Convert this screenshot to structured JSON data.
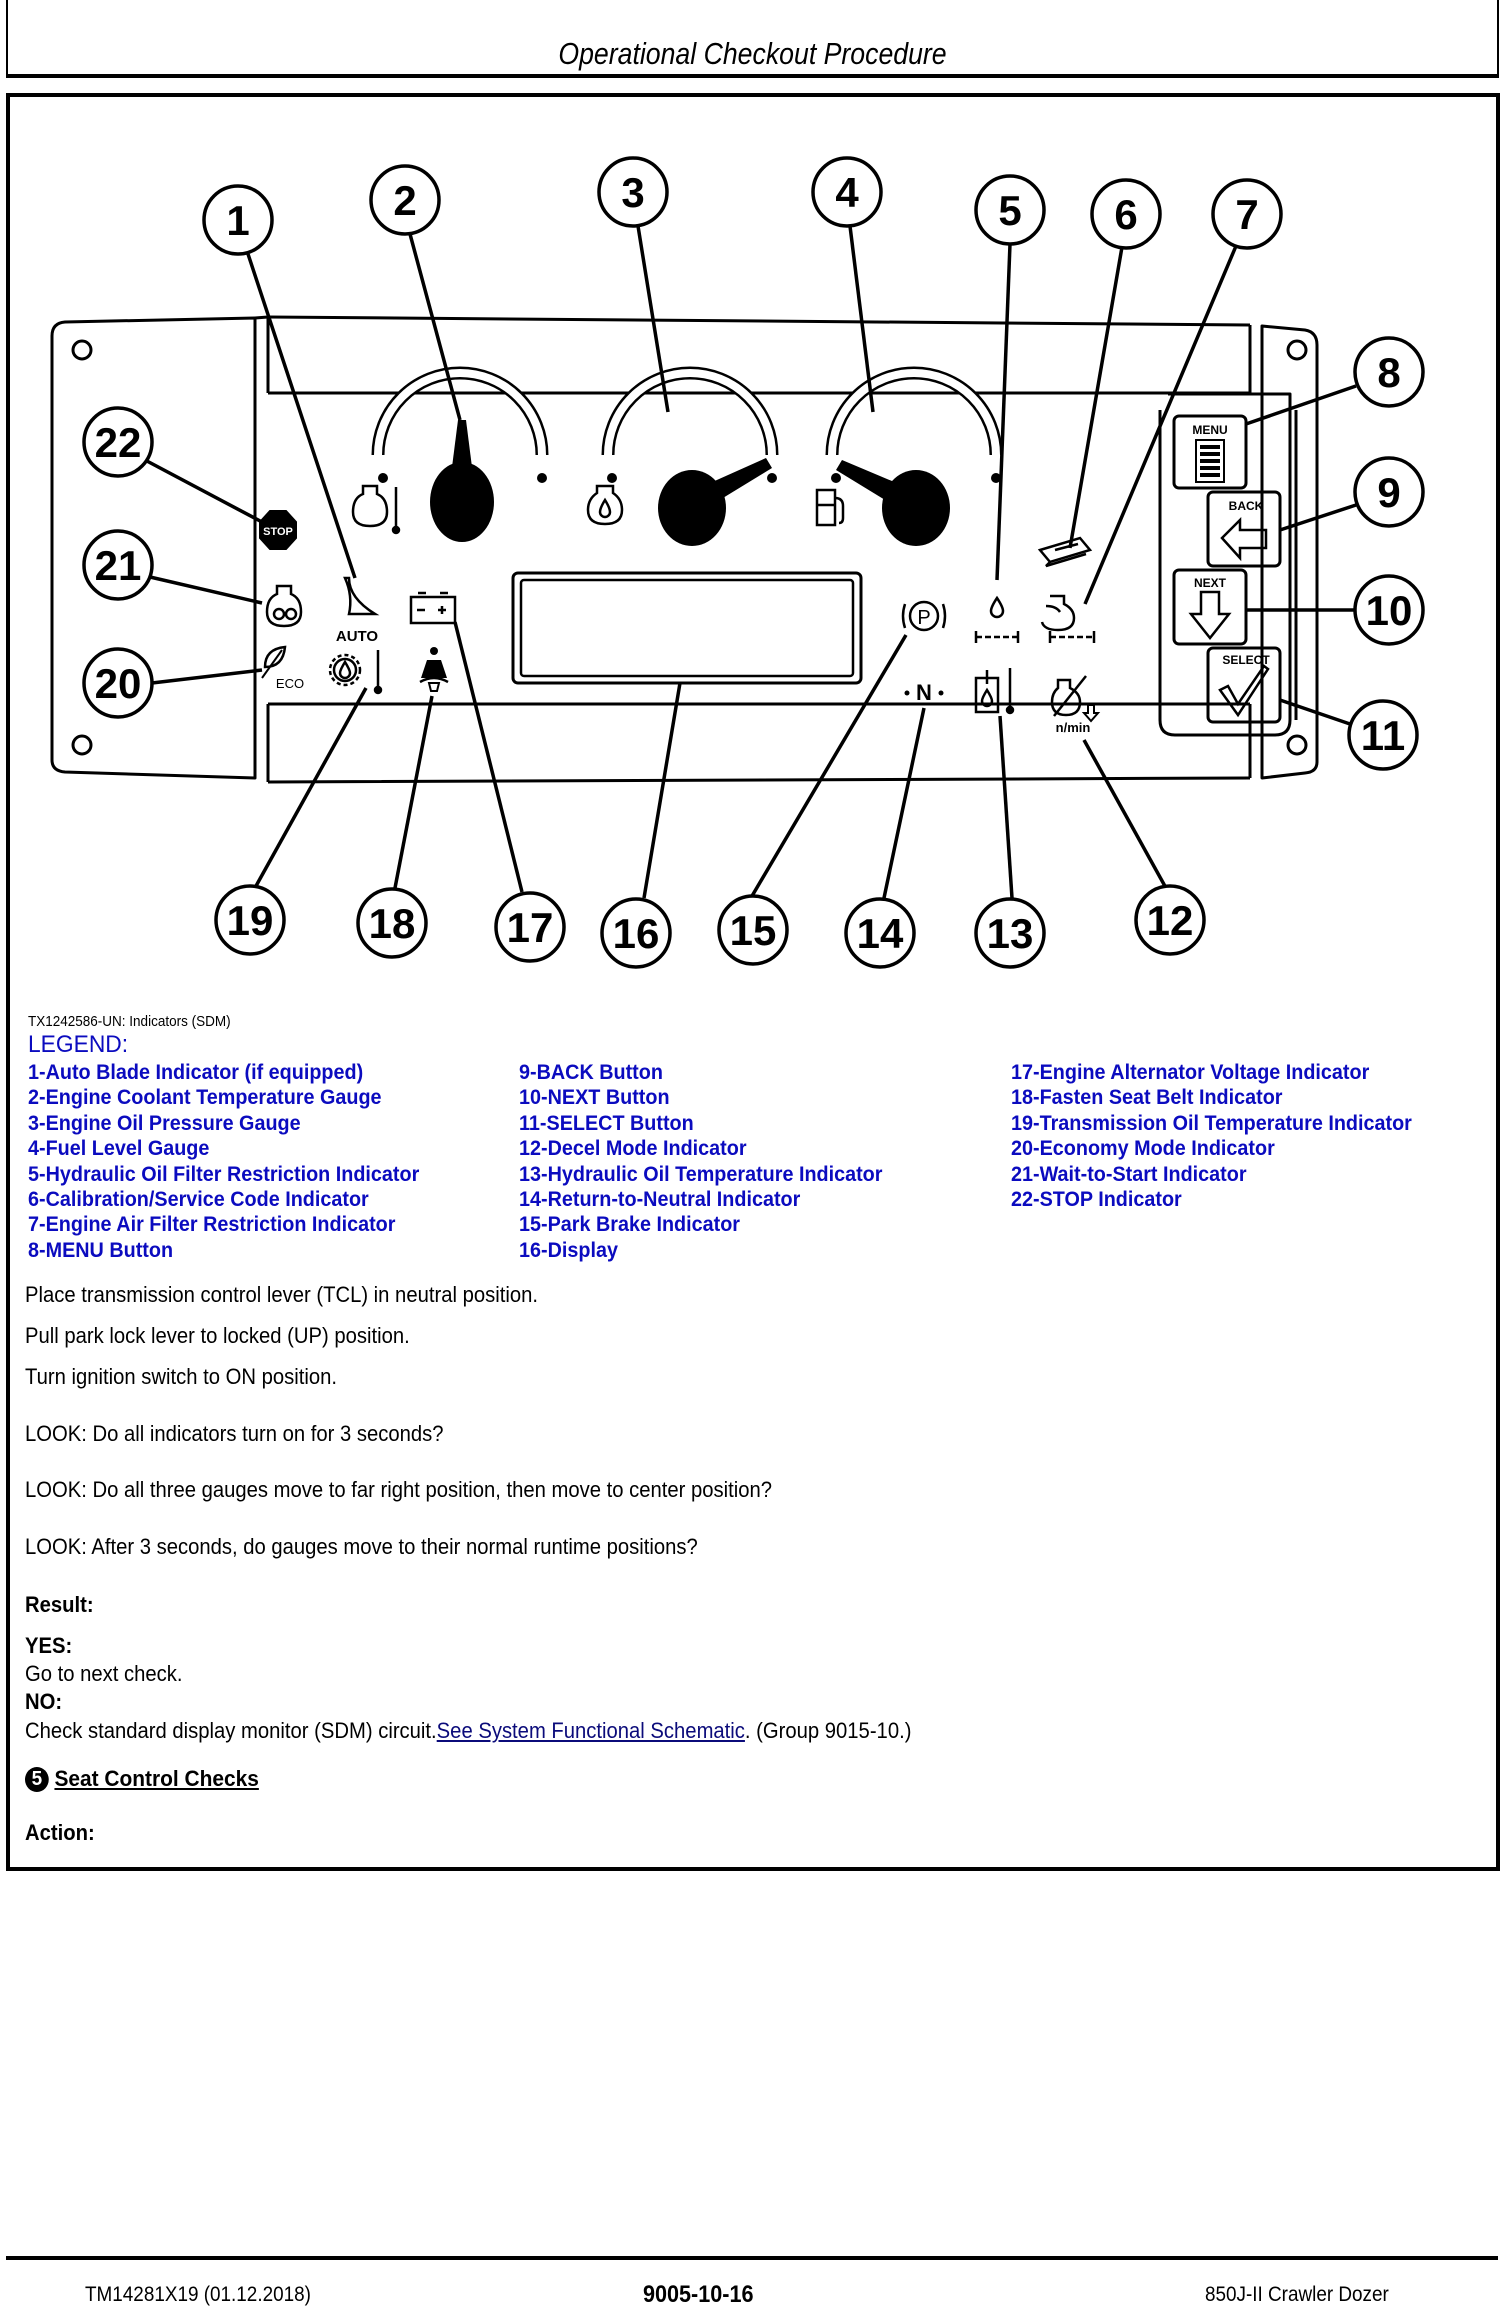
{
  "header": {
    "title": "Operational Checkout Procedure"
  },
  "figure": {
    "caption": "TX1242586-UN: Indicators (SDM)",
    "callouts": [
      "1",
      "2",
      "3",
      "4",
      "5",
      "6",
      "7",
      "8",
      "9",
      "10",
      "11",
      "12",
      "13",
      "14",
      "15",
      "16",
      "17",
      "18",
      "19",
      "20",
      "21",
      "22"
    ],
    "panel_labels": {
      "stop": "STOP",
      "auto": "AUTO",
      "eco": "ECO",
      "park": "P",
      "neutral": "N",
      "decel_unit": "n/min",
      "menu": "MENU",
      "back": "BACK",
      "next": "NEXT",
      "select": "SELECT"
    },
    "gauges": [
      {
        "name": "Engine Coolant Temperature Gauge",
        "needle_position": 0.5
      },
      {
        "name": "Engine Oil Pressure Gauge",
        "needle_position": 0.92
      },
      {
        "name": "Fuel Level Gauge",
        "needle_position": 0.08
      }
    ]
  },
  "legend": {
    "title": "LEGEND:",
    "columns": [
      [
        "1-Auto Blade Indicator (if equipped)",
        "2-Engine Coolant Temperature Gauge",
        "3-Engine Oil Pressure Gauge",
        "4-Fuel Level Gauge",
        "5-Hydraulic Oil Filter Restriction Indicator",
        "6-Calibration/Service Code Indicator",
        "7-Engine Air Filter Restriction Indicator",
        "8-MENU Button"
      ],
      [
        "9-BACK Button",
        "10-NEXT Button",
        "11-SELECT Button",
        "12-Decel Mode Indicator",
        "13-Hydraulic Oil Temperature Indicator",
        "14-Return-to-Neutral Indicator",
        "15-Park Brake Indicator",
        "16-Display"
      ],
      [
        "17-Engine Alternator Voltage Indicator",
        "18-Fasten Seat Belt Indicator",
        "19-Transmission Oil Temperature Indicator",
        "20-Economy Mode Indicator",
        "21-Wait-to-Start Indicator",
        "22-STOP Indicator"
      ]
    ]
  },
  "steps": [
    "Place transmission control lever (TCL) in neutral position.",
    "Pull park lock lever to locked (UP) position.",
    "Turn ignition switch to ON position."
  ],
  "looks": [
    "LOOK: Do all indicators turn on for 3 seconds?",
    "LOOK: Do all three gauges move to far right position, then move to center position?",
    "LOOK: After 3 seconds, do gauges move to their normal runtime positions?"
  ],
  "result": {
    "label": "Result:",
    "yes_label": "YES:",
    "yes_text": "Go to next check.",
    "no_label": "NO:",
    "no_text_before": "Check standard display monitor (SDM) circuit.",
    "no_link": "See System Functional Schematic",
    "no_text_after": ". (Group 9015-10.)"
  },
  "next_section": {
    "number": "5",
    "title": "Seat Control Checks",
    "action_label": "Action:"
  },
  "footer": {
    "left": "TM14281X19 (01.12.2018)",
    "center": "9005-10-16",
    "right": "850J-II Crawler Dozer"
  }
}
